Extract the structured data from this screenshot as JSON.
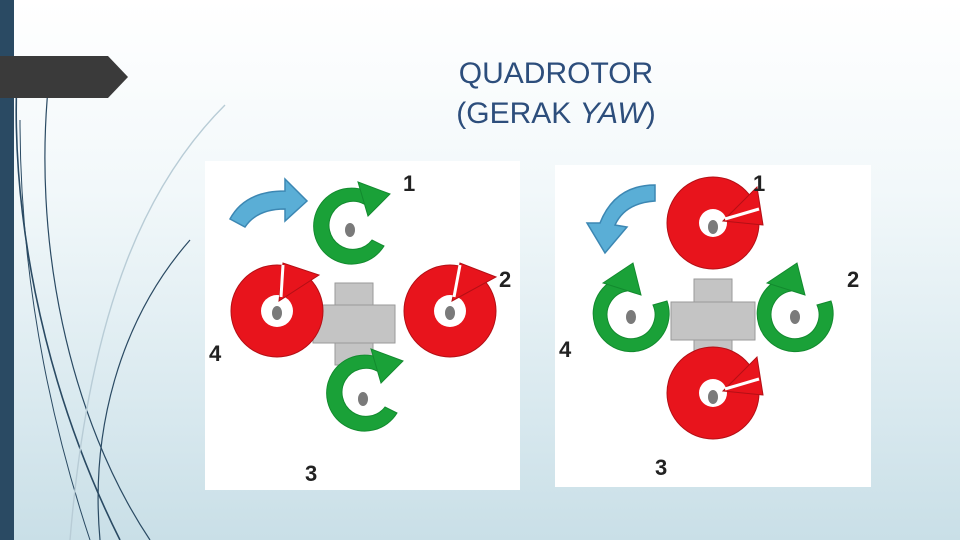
{
  "slide": {
    "title_line1": "QUADROTOR",
    "title_line2_prefix": "(GERAK ",
    "title_line2_italic": "YAW",
    "title_line2_suffix": ")"
  },
  "diagrams": [
    {
      "rotor_labels": [
        "1",
        "2",
        "3",
        "4"
      ],
      "rotor_colors": {
        "rotor_1": "#1aa138",
        "rotor_2": "#e8141c",
        "rotor_3": "#1aa138",
        "rotor_4": "#e8141c"
      },
      "body_rotation": "clockwise"
    },
    {
      "rotor_labels": [
        "1",
        "2",
        "3",
        "4"
      ],
      "rotor_colors": {
        "rotor_1": "#e8141c",
        "rotor_2": "#1aa138",
        "rotor_3": "#e8141c",
        "rotor_4": "#1aa138"
      },
      "body_rotation": "counterclockwise"
    }
  ],
  "colors": {
    "green": "#1aa138",
    "red": "#e8141c",
    "yaw_arrow": "#5aaed6",
    "frame": "#c4c4c4"
  }
}
